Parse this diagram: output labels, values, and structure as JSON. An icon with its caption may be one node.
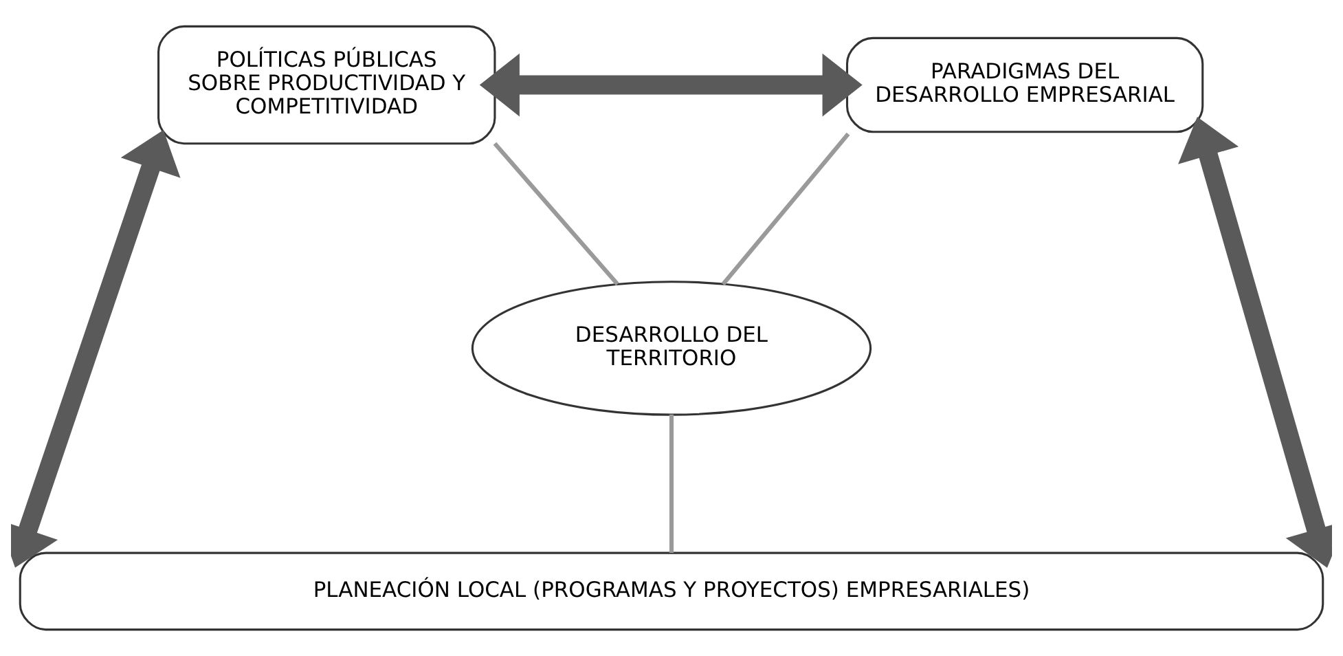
{
  "diagram": {
    "nodes": [
      {
        "text": [
          "POLÍTICAS PÚBLICAS SOBRE PRODUCTIVIDAD Y COMPETITIVIDAD"
        ]
      },
      {
        "text": [
          "PARADIGMAS DEL DESARROLLO EMPRESARIAL"
        ]
      },
      {
        "text": [
          "DESARROLLO DEL TERRITORIO"
        ]
      },
      {
        "text": [
          "PLANEACIÓN LOCAL (PROGRAMAS Y PROYECTOS) EMPRESARIALES)"
        ]
      }
    ],
    "edges": [
      {
        "from": 0,
        "to": 1,
        "arrow": "both",
        "style": "thick",
        "color": "#5a5a5a"
      },
      {
        "from": 0,
        "to": 2,
        "arrow": "none"
      },
      {
        "from": 1,
        "to": 2,
        "arrow": "none"
      },
      {
        "from": 0,
        "to": 3,
        "arrow": "both",
        "style": "thick",
        "color": "#5a5a5a"
      },
      {
        "from": 1,
        "to": 3,
        "arrow": "both",
        "style": "thick",
        "color": "#5a5a5a"
      },
      {
        "from": 2,
        "to": 3,
        "arrow": "none"
      }
    ]
  }
}
